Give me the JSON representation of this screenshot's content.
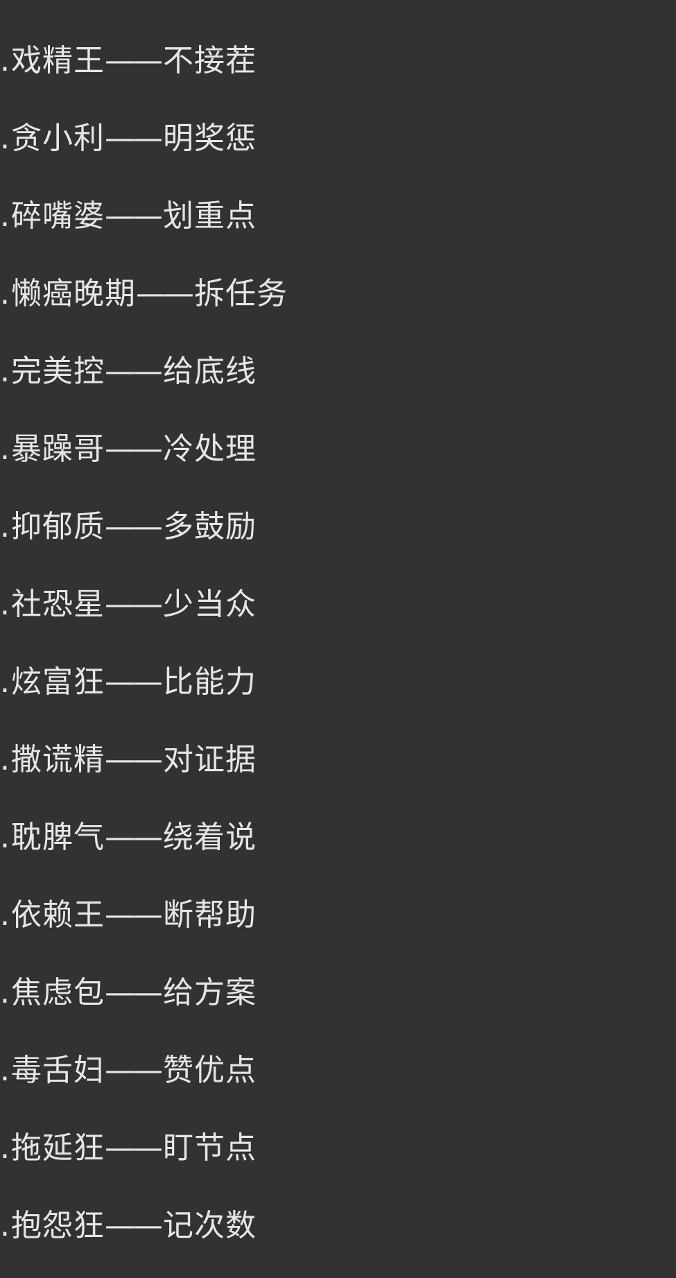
{
  "colors": {
    "background": "#323232",
    "text": "#e6e6e6"
  },
  "items": [
    {
      "marker": ".",
      "type": "戏精王",
      "separator": "——",
      "tip": "不接茬"
    },
    {
      "marker": ".",
      "type": "贪小利",
      "separator": "——",
      "tip": "明奖惩"
    },
    {
      "marker": ".",
      "type": "碎嘴婆",
      "separator": "——",
      "tip": "划重点"
    },
    {
      "marker": ".",
      "type": "懒癌晚期",
      "separator": "——",
      "tip": "拆任务"
    },
    {
      "marker": ".",
      "type": "完美控",
      "separator": "——",
      "tip": "给底线"
    },
    {
      "marker": ".",
      "type": "暴躁哥",
      "separator": "——",
      "tip": "冷处理"
    },
    {
      "marker": ".",
      "type": "抑郁质",
      "separator": "——",
      "tip": "多鼓励"
    },
    {
      "marker": ".",
      "type": "社恐星",
      "separator": "——",
      "tip": "少当众"
    },
    {
      "marker": ".",
      "type": "炫富狂",
      "separator": "——",
      "tip": "比能力"
    },
    {
      "marker": ".",
      "type": "撒谎精",
      "separator": "——",
      "tip": "对证据"
    },
    {
      "marker": ".",
      "type": "耽脾气",
      "separator": "——",
      "tip": "绕着说"
    },
    {
      "marker": ".",
      "type": "依赖王",
      "separator": "——",
      "tip": "断帮助"
    },
    {
      "marker": ".",
      "type": "焦虑包",
      "separator": "——",
      "tip": "给方案"
    },
    {
      "marker": ".",
      "type": "毒舌妇",
      "separator": "——",
      "tip": "赞优点"
    },
    {
      "marker": ".",
      "type": "拖延狂",
      "separator": "——",
      "tip": "盯节点"
    },
    {
      "marker": ".",
      "type": "抱怨狂",
      "separator": "——",
      "tip": "记次数"
    }
  ]
}
